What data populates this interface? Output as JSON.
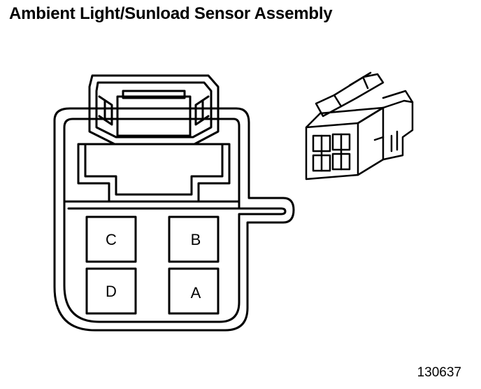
{
  "title": "Ambient Light/Sunload Sensor Assembly",
  "figure_id": "130637",
  "connector": {
    "pins": [
      {
        "label": "C"
      },
      {
        "label": "B"
      },
      {
        "label": "D"
      },
      {
        "label": "A"
      }
    ]
  }
}
